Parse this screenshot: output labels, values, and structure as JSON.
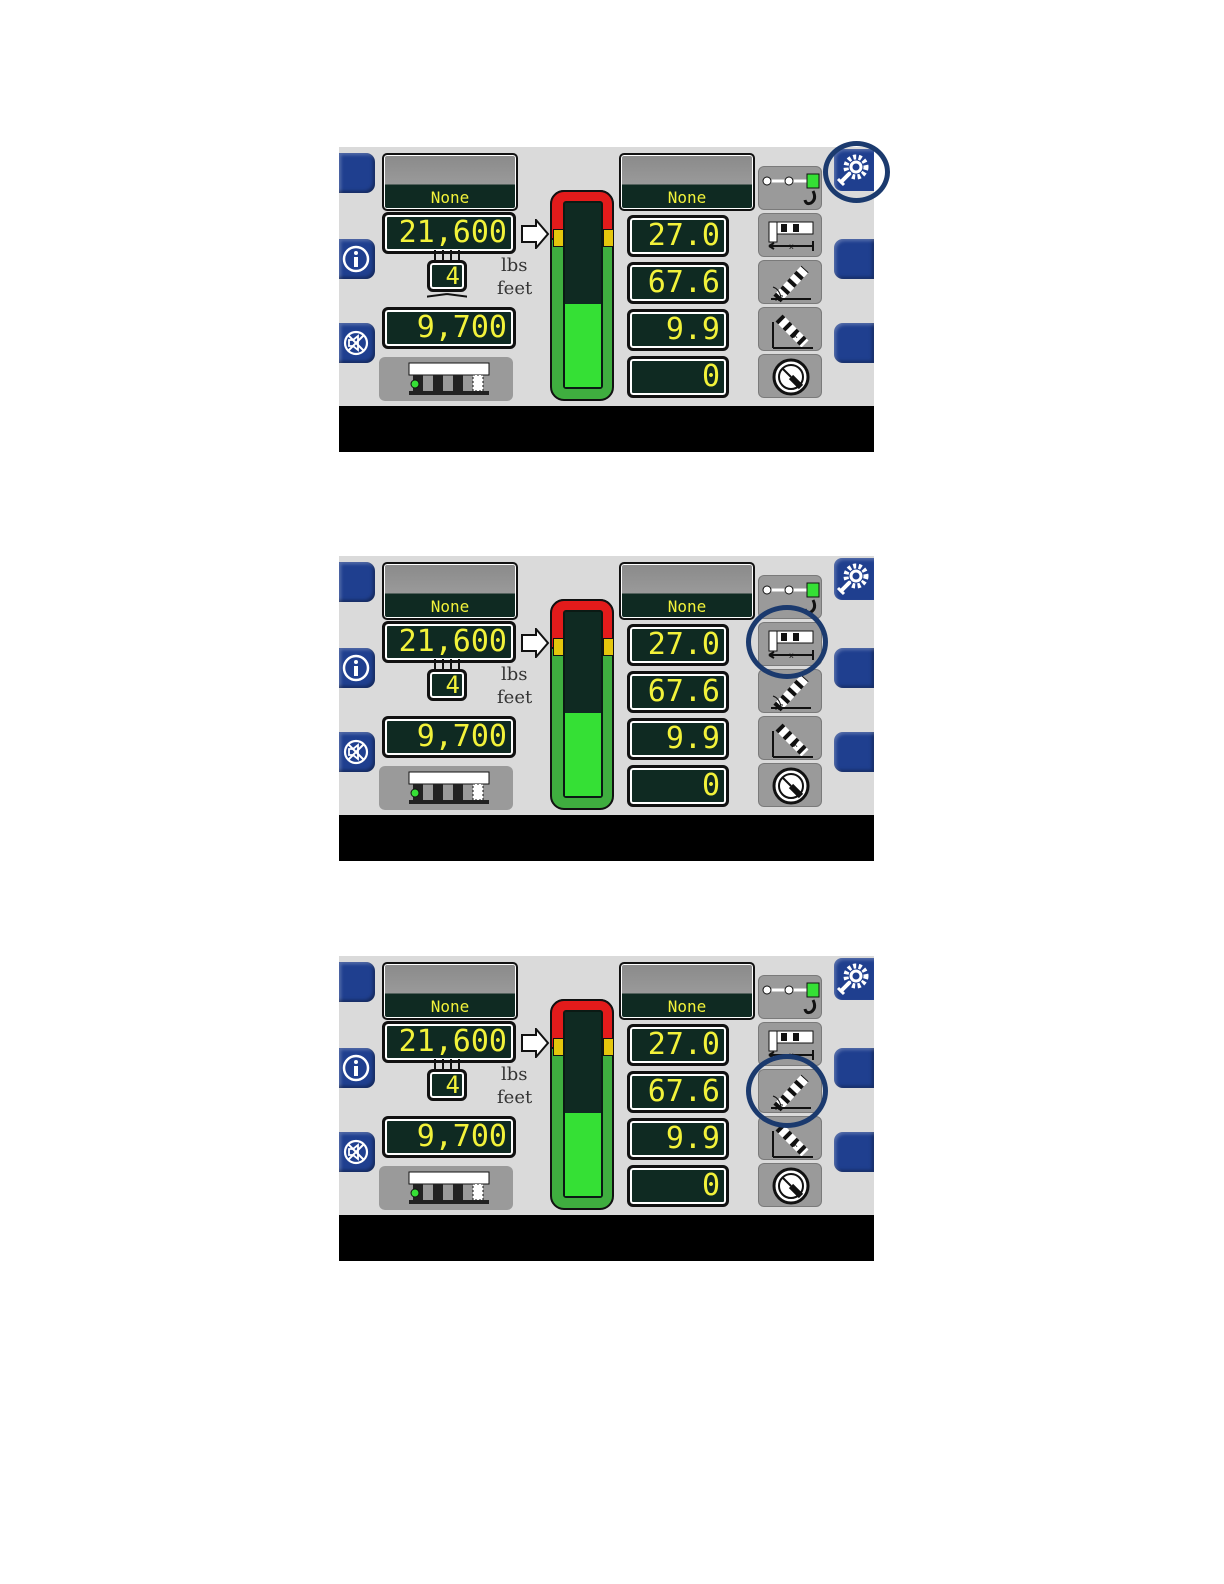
{
  "screens": [
    {
      "label_left": "None",
      "label_right": "None",
      "max_load": "21,600",
      "parts": "4",
      "actual_load": "9,700",
      "unit_weight": "lbs",
      "unit_length": "feet",
      "readouts": [
        "27.0",
        "67.6",
        "9.9",
        "0"
      ],
      "load_percent": 44.9,
      "highlighted": "settings-button"
    },
    {
      "label_left": "None",
      "label_right": "None",
      "max_load": "21,600",
      "parts": "4",
      "actual_load": "9,700",
      "unit_weight": "lbs",
      "unit_length": "feet",
      "readouts": [
        "27.0",
        "67.6",
        "9.9",
        "0"
      ],
      "load_percent": 44.9,
      "highlighted": "radius-tool-button"
    },
    {
      "label_left": "None",
      "label_right": "None",
      "max_load": "21,600",
      "parts": "4",
      "actual_load": "9,700",
      "unit_weight": "lbs",
      "unit_length": "feet",
      "readouts": [
        "27.0",
        "67.6",
        "9.9",
        "0"
      ],
      "load_percent": 44.9,
      "highlighted": "boom-angle-tool-button"
    }
  ],
  "colors": {
    "tab_blue": "#1f3f8f",
    "display_bg": "#0f2a22",
    "display_text": "#f2f23a",
    "highlight_ring": "#1b3a6e"
  }
}
